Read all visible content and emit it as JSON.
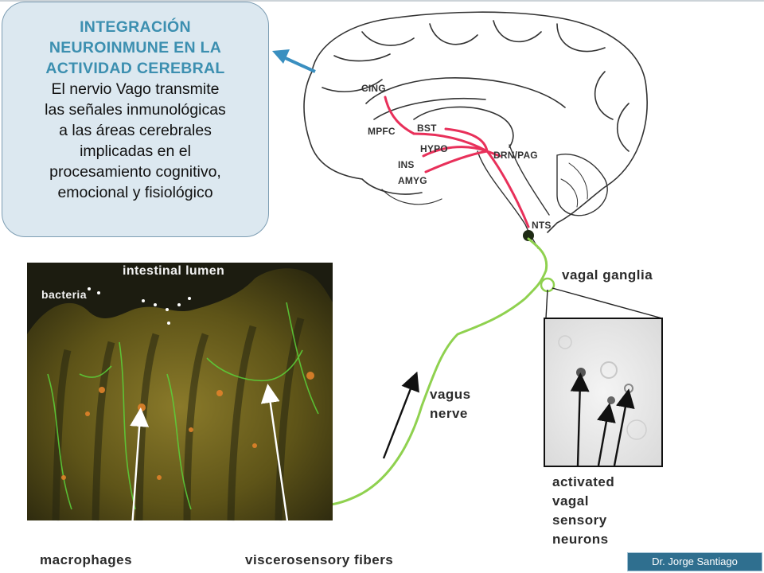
{
  "callout": {
    "title_lines": [
      "INTEGRACIÓN",
      "NEUROINMUNE EN LA",
      "ACTIVIDAD CEREBRAL"
    ],
    "body_lines": [
      "El nervio Vago transmite",
      "las señales inmunológicas",
      "a las áreas cerebrales",
      "implicadas en el",
      "procesamiento cognitivo,",
      "emocional y fisiológico"
    ]
  },
  "brain_regions": {
    "cing": "CING",
    "mpfc": "MPFC",
    "bst": "BST",
    "hypo": "HYPO",
    "ins": "INS",
    "amyg": "AMYG",
    "drn_pag": "DRN/PAG",
    "nts": "NTS"
  },
  "labels": {
    "vagal_ganglia": "vagal ganglia",
    "vagus_nerve_lines": [
      "vagus",
      "nerve"
    ],
    "intestinal_lumen": "intestinal lumen",
    "bacteria": "bacteria",
    "macrophages": "macrophages",
    "viscerosensory_fibers": "viscerosensory fibers",
    "activated_neurons_lines": [
      "activated",
      "vagal",
      "sensory",
      "neurons"
    ]
  },
  "footer": {
    "author": "Dr. Jorge Santiago"
  },
  "colors": {
    "callout_title": "#3c8fb0",
    "callout_bg": "#dce8f0",
    "pathway_red": "#e8305a",
    "vagus_green": "#8fd14f",
    "arrow_blue": "#3a8fc0",
    "footer_bg": "#2f6f8f"
  }
}
